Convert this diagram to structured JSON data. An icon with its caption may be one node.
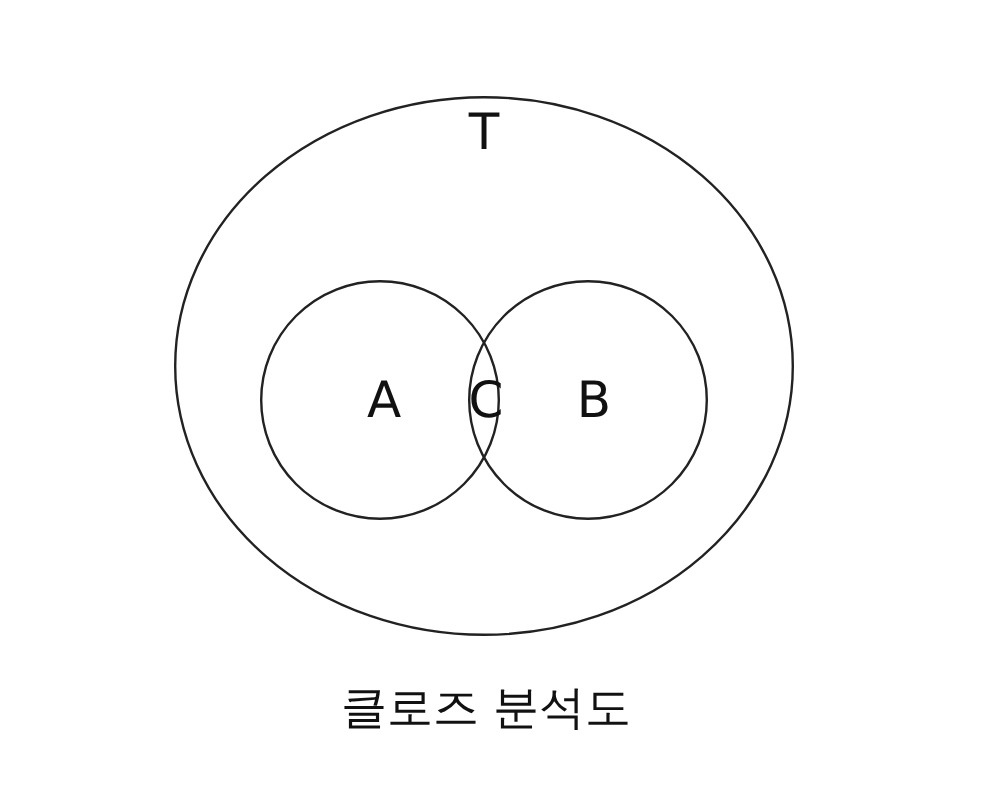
{
  "diagram": {
    "caption": "클로즈 분석도",
    "nodes": [
      {
        "text": [
          "T"
        ]
      },
      {
        "text": [
          "A"
        ],
        "in": 0
      },
      {
        "text": [
          "B"
        ],
        "in": 0
      }
    ],
    "labels": [
      "C"
    ]
  }
}
